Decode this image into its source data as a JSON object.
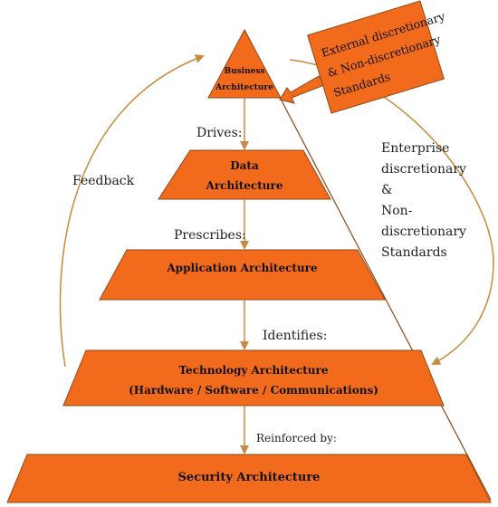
{
  "colors": {
    "fill": "#F26B1D",
    "outline": "#8E4A16",
    "arrow": "#C88A3E",
    "text": "#111111"
  },
  "layers": {
    "business": {
      "line1": "Business",
      "line2": "Architecture"
    },
    "data": {
      "line1": "Data",
      "line2": "Architecture"
    },
    "application": {
      "label": "Application Architecture"
    },
    "technology": {
      "line1": "Technology Architecture",
      "line2": "(Hardware / Software / Communications)"
    },
    "security": {
      "label": "Security Architecture"
    }
  },
  "connectors": {
    "drives": "Drives:",
    "prescribes": "Prescribes:",
    "identifies": "Identifies:",
    "reinforced": "Reinforced by:"
  },
  "feedback": "Feedback",
  "external_box": {
    "line1": "External discretionary",
    "line2": "& Non-discretionary",
    "line3": "Standards"
  },
  "enterprise": {
    "line1": "Enterprise",
    "line2": "discretionary",
    "line3": "&",
    "line4": "Non-discretionary",
    "line5": "Standards"
  }
}
